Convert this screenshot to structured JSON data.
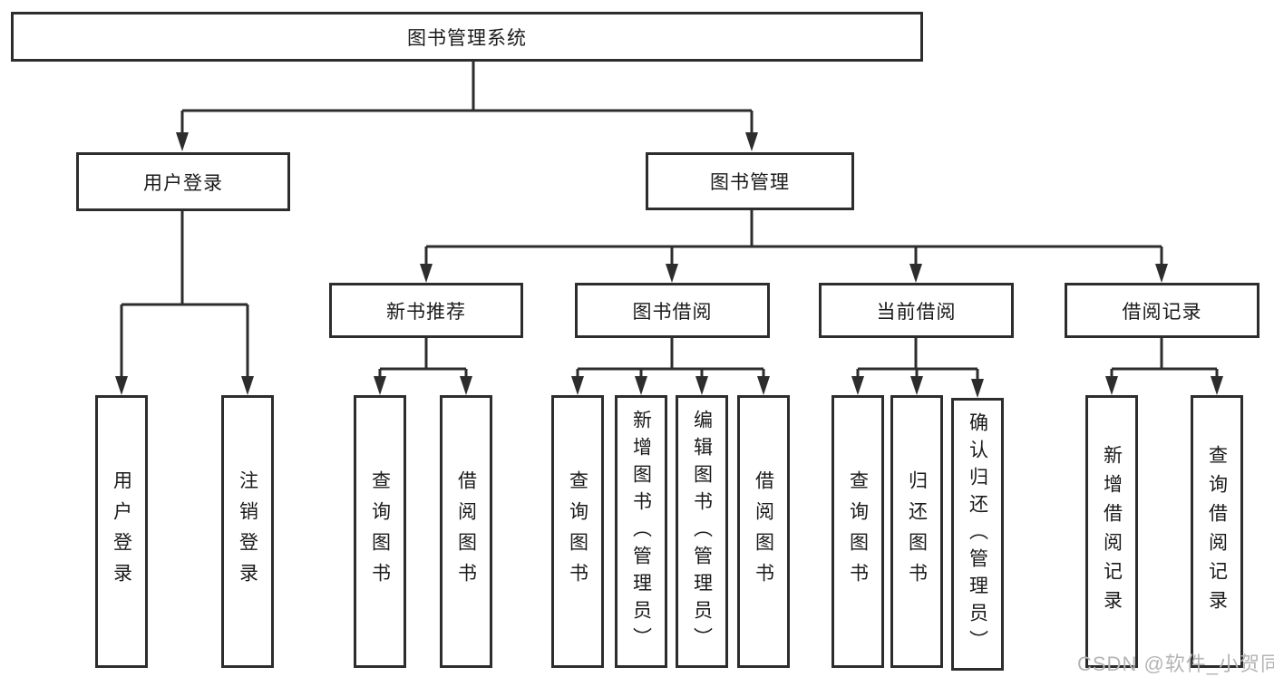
{
  "tree": {
    "root": {
      "label": "图书管理系统",
      "children": [
        {
          "label": "用户登录",
          "children": [
            {
              "label": "用户登录"
            },
            {
              "label": "注销登录"
            }
          ]
        },
        {
          "label": "图书管理",
          "children": [
            {
              "label": "新书推荐",
              "children": [
                {
                  "label": "查询图书"
                },
                {
                  "label": "借阅图书"
                }
              ]
            },
            {
              "label": "图书借阅",
              "children": [
                {
                  "label": "查询图书"
                },
                {
                  "label": "新增图书（管理员）"
                },
                {
                  "label": "编辑图书（管理员）"
                },
                {
                  "label": "借阅图书"
                }
              ]
            },
            {
              "label": "当前借阅",
              "children": [
                {
                  "label": "查询图书"
                },
                {
                  "label": "归还图书"
                },
                {
                  "label": "确认归还（管理员）"
                }
              ]
            },
            {
              "label": "借阅记录",
              "children": [
                {
                  "label": "新增借阅记录"
                },
                {
                  "label": "查询借阅记录"
                }
              ]
            }
          ]
        }
      ]
    }
  },
  "watermark": {
    "text": "CSDN @软件_小贺同学"
  },
  "colors": {
    "line": "#2d2d2d",
    "box_border": "#2d2d2d",
    "text": "#1a1a1a",
    "background": "#ffffff",
    "watermark": "#b5b5b5"
  }
}
